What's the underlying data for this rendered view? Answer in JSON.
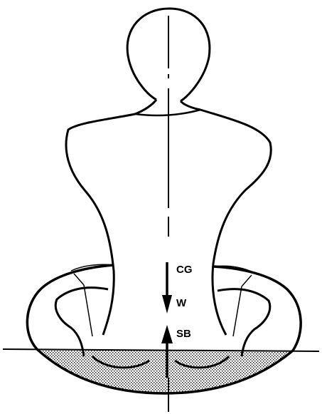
{
  "labels": {
    "cg": "CG",
    "w": "W",
    "sb": "SB"
  },
  "colors": {
    "ink": "#000000",
    "paper": "#ffffff",
    "stipple": "#000000"
  }
}
